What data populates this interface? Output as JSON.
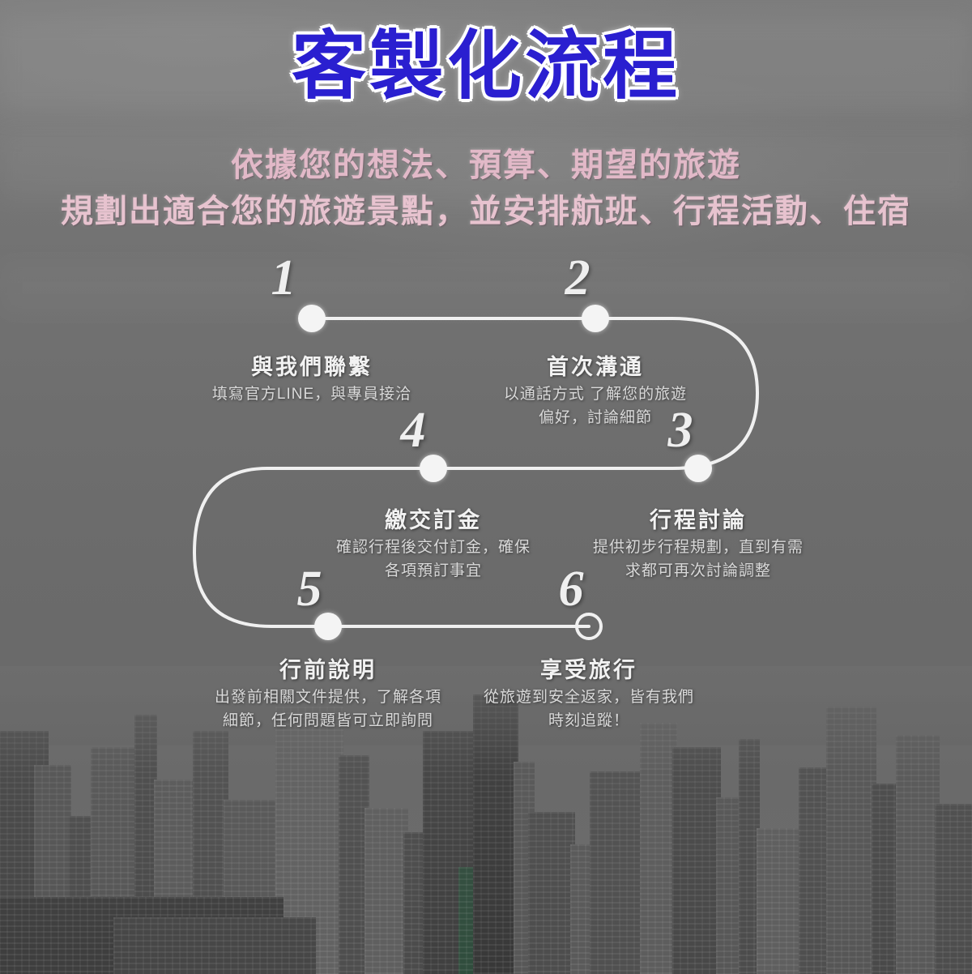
{
  "header": {
    "title": "客製化流程",
    "title_color": "#2a1fd0",
    "subtitle_color": "#e2b9c8",
    "subtitle_lines": [
      "依據您的想法、預算、期望的旅遊",
      "規劃出適合您的旅遊景點，並安排航班、行程活動、住宿"
    ]
  },
  "flow": {
    "line_color": "#f0f0f0",
    "node_color": "#f4f4f4",
    "steps": [
      {
        "number": "1",
        "title": "與我們聯繫",
        "desc": "填寫官方LINE，與專員接洽",
        "node_style": "filled"
      },
      {
        "number": "2",
        "title": "首次溝通",
        "desc": "以通話方式 了解您的旅遊\n偏好，討論細節",
        "node_style": "filled"
      },
      {
        "number": "3",
        "title": "行程討論",
        "desc": "提供初步行程規劃，直到有需\n求都可再次討論調整",
        "node_style": "filled"
      },
      {
        "number": "4",
        "title": "繳交訂金",
        "desc": "確認行程後交付訂金，確保\n各項預訂事宜",
        "node_style": "filled"
      },
      {
        "number": "5",
        "title": "行前說明",
        "desc": "出發前相關文件提供，了解各項\n細節，任何問題皆可立即詢問",
        "node_style": "filled"
      },
      {
        "number": "6",
        "title": "享受旅行",
        "desc": "從旅遊到安全返家，皆有我們\n時刻追蹤！",
        "node_style": "hollow"
      }
    ]
  },
  "background": {
    "scene": "city-skyline-photo",
    "tone": "#6e6e6e"
  }
}
